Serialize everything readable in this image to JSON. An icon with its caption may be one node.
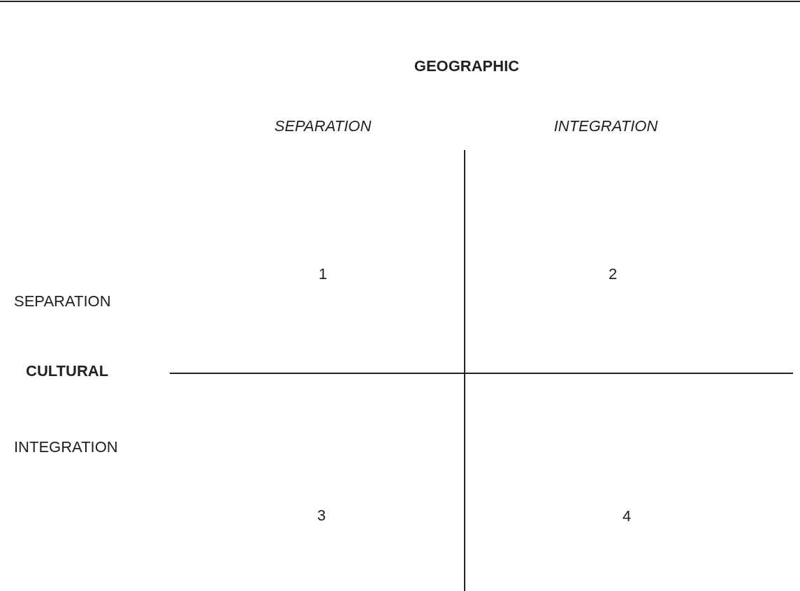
{
  "diagram": {
    "labels": [
      "GEOGRAPHIC",
      "SEPARATION",
      "INTEGRATION",
      "1",
      "2",
      "SEPARATION",
      "CULTURAL",
      "INTEGRATION",
      "3",
      "4"
    ]
  }
}
